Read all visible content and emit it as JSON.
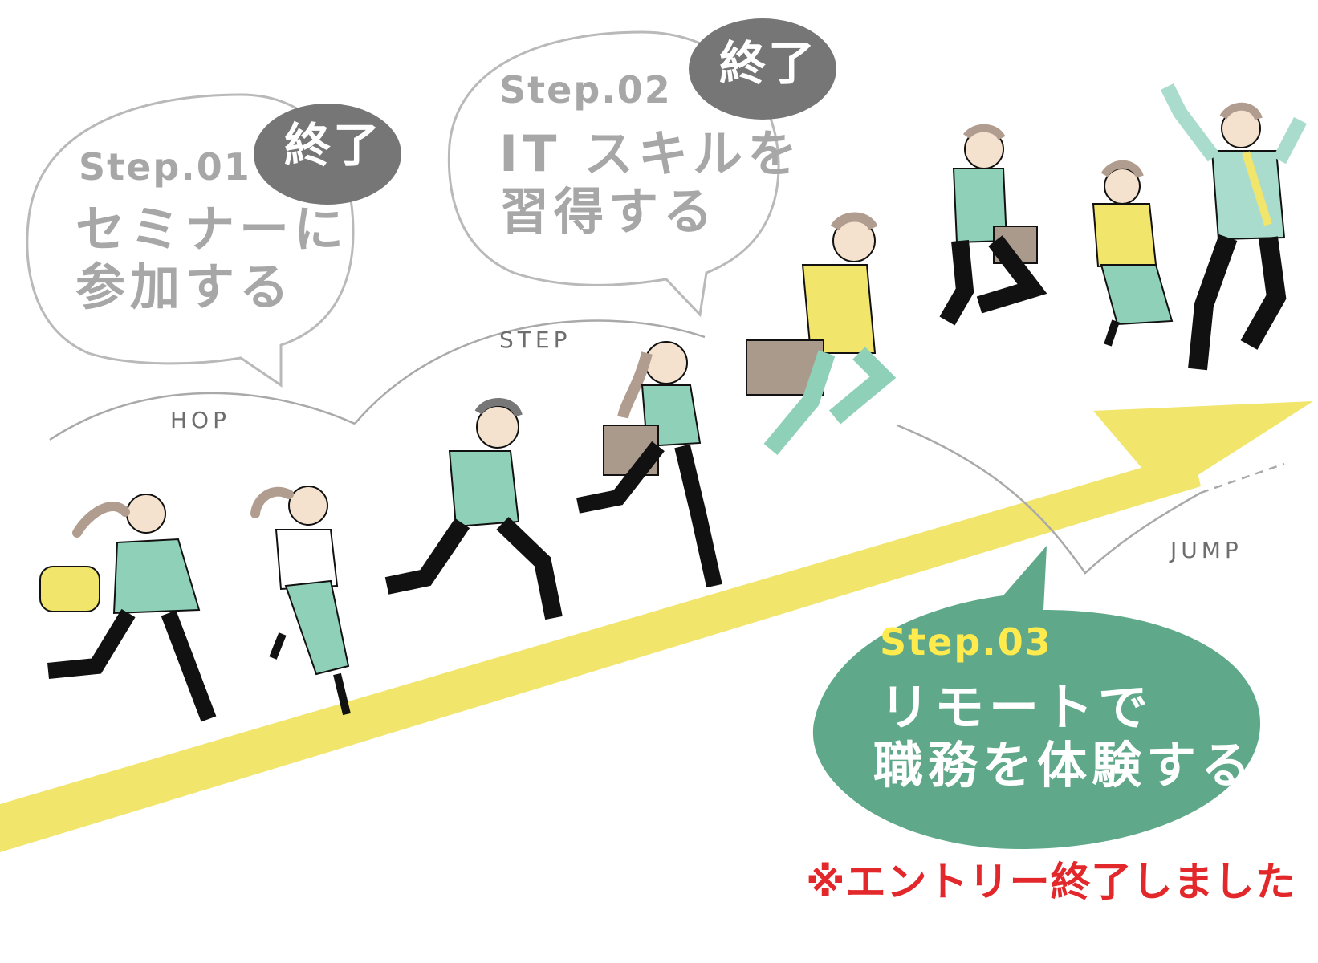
{
  "steps": [
    {
      "number": "Step.01",
      "line1": "セミナーに",
      "line2": "参加する",
      "badge": "終了"
    },
    {
      "number": "Step.02",
      "line1": "IT スキルを",
      "line2": "習得する",
      "badge": "終了"
    },
    {
      "number": "Step.03",
      "line1": "リモートで",
      "line2": "職務を体験する"
    }
  ],
  "path_labels": {
    "hop": "HOP",
    "step": "STEP",
    "jump": "JUMP"
  },
  "notice": "※エントリー終了しました",
  "colors": {
    "arrow_yellow": "#f1e56b",
    "active_bubble": "#5fa98a",
    "badge_grey": "#767676",
    "done_text_grey": "#a7a7a7",
    "mint": "#8fd0b8",
    "notice_red": "#e3282c"
  }
}
